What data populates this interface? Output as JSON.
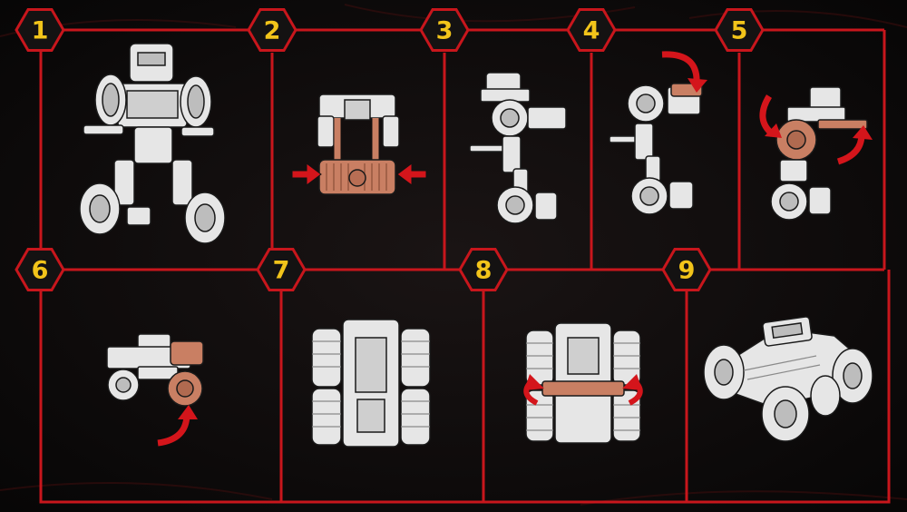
{
  "instructions": {
    "steps": [
      {
        "number": "1",
        "figure": "robot-mode",
        "arrows": []
      },
      {
        "number": "2",
        "figure": "legs-fold-together",
        "arrows": [
          "arrow-right",
          "arrow-left"
        ]
      },
      {
        "number": "3",
        "figure": "side-view-unfolding",
        "arrows": []
      },
      {
        "number": "4",
        "figure": "hood-flip",
        "arrows": [
          "curved-arrow-down"
        ]
      },
      {
        "number": "5",
        "figure": "wheels-rotate",
        "arrows": [
          "curved-arrow-left",
          "curved-arrow-up"
        ]
      },
      {
        "number": "6",
        "figure": "rear-wheel-swing",
        "arrows": [
          "curved-arrow-up"
        ]
      },
      {
        "number": "7",
        "figure": "vehicle-underside",
        "arrows": []
      },
      {
        "number": "8",
        "figure": "axle-lock",
        "arrows": [
          "curved-arrow-in-left",
          "curved-arrow-in-right"
        ]
      },
      {
        "number": "9",
        "figure": "vehicle-mode",
        "arrows": []
      }
    ]
  },
  "colors": {
    "background": "#0b0a0a",
    "frame_line": "#c8161c",
    "badge_fill": "#141212",
    "badge_text": "#f2c41a",
    "figure": "#e6e6e6",
    "figure_shade": "#9a9a9a",
    "highlight_part": "#c97f63",
    "arrow": "#d4151b"
  }
}
